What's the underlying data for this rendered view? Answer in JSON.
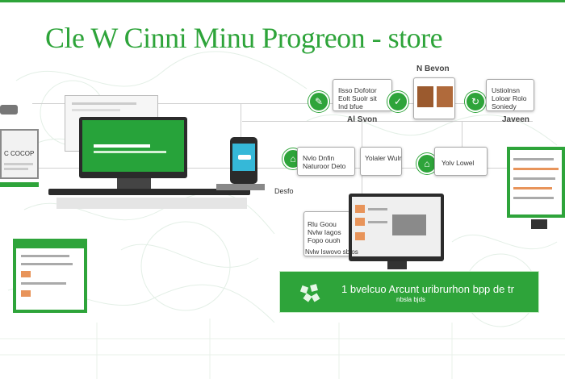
{
  "title": "Cle W Cinni Minu Progreon - store",
  "labels": {
    "n_bevon": "N Bevon",
    "al_svon": "Al Svon",
    "javeen": "Javeen",
    "ccoop": "C COCOP",
    "desfo": "Desfo"
  },
  "cards": {
    "top_left": [
      "Ilsso Dofotor",
      "Eolt Suolr sit",
      "Ind bfue"
    ],
    "top_right": [
      "Ustiolnsn",
      "Loloar Rolo",
      "Soniedy"
    ],
    "mid_left": [
      "Nvlo Dnfin",
      "Naturoor Deto"
    ],
    "mid_right": [
      "Yolaler Wulr",
      "Yolv Lowel"
    ],
    "lower_left": [
      "Rlu Goou",
      "Nvlw Iagos",
      "Fopo ouoh"
    ],
    "lower_bottom": [
      "Nvlw Iswovo sb os"
    ]
  },
  "banner": {
    "main": "1 bvelcuo Arcunt uribrurhon bpp de tr",
    "sub": "nbsla bjds"
  },
  "colors": {
    "accent": "#2ea43a",
    "dark": "#2b2b2b",
    "muted": "#aaaaaa"
  },
  "icons": [
    "leaf-icon",
    "check-icon",
    "sync-icon",
    "home-icon",
    "edit-icon",
    "shuffle-icon"
  ]
}
